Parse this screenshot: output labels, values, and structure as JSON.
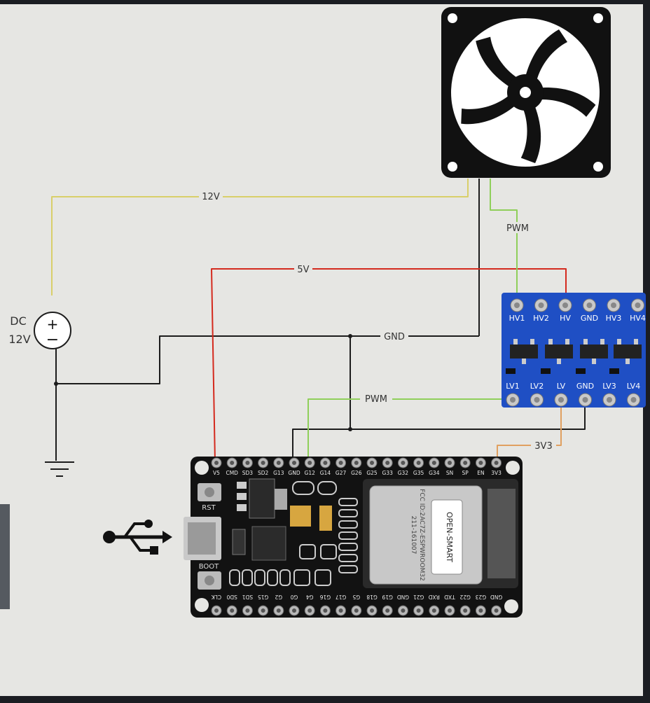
{
  "power": {
    "line1": "DC",
    "line2": "12V",
    "plus": "+",
    "minus": "−"
  },
  "wires": {
    "v12": "12V",
    "v5": "5V",
    "gnd": "GND",
    "pwm_fan": "PWM",
    "pwm_esp": "PWM",
    "v3v3": "3V3"
  },
  "level_shifter": {
    "hv_pins": [
      "HV1",
      "HV2",
      "HV",
      "GND",
      "HV3",
      "HV4"
    ],
    "lv_pins": [
      "LV1",
      "LV2",
      "LV",
      "GND",
      "LV3",
      "LV4"
    ]
  },
  "esp32": {
    "top_pins": [
      "V5",
      "CMD",
      "SD3",
      "SD2",
      "G13",
      "GND",
      "G12",
      "G14",
      "G27",
      "G26",
      "G25",
      "G33",
      "G32",
      "G35",
      "G34",
      "SN",
      "SP",
      "EN",
      "3V3"
    ],
    "bottom_pins": [
      "CLK",
      "SD0",
      "SD1",
      "G15",
      "G2",
      "G0",
      "G4",
      "G16",
      "G17",
      "G5",
      "G18",
      "G19",
      "GND",
      "G21",
      "RXD",
      "TXD",
      "G22",
      "G23",
      "GND"
    ],
    "rst_label": "RST",
    "boot_label": "BOOT",
    "module_brand": "OPEN-SMART",
    "module_code": "FCC ID:2AC7Z-ESPWROOM32",
    "module_id": "211-161007"
  },
  "colors": {
    "wire_12v": "#d9cf6a",
    "wire_5v": "#d42a1e",
    "wire_gnd": "#1c1c1c",
    "wire_pwm": "#8fcf5a",
    "wire_3v3": "#e0a060",
    "board_blue": "#1f4fc4"
  }
}
